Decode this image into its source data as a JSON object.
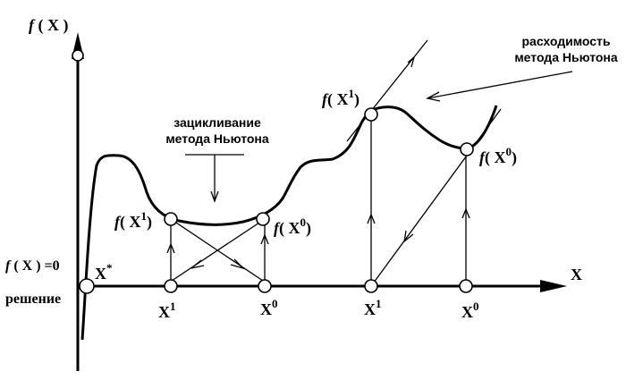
{
  "axes": {
    "y_label_f": "f",
    "y_label_arg": " ( X )",
    "x_label": "X"
  },
  "labels": {
    "root_eq_f": "f",
    "root_eq_rest": " ( X ) =0",
    "root_word": "решение",
    "root_var": "X",
    "root_sup": "*",
    "cyc_fx1_f": "f",
    "cyc_fx1_base": "( X",
    "cyc_fx1_sup": "1",
    "cyc_fx1_close": ")",
    "cyc_fx0_f": "f",
    "cyc_fx0_base": "( X",
    "cyc_fx0_sup": "0",
    "cyc_fx0_close": ")",
    "cyc_x1_base": "X",
    "cyc_x1_sup": "1",
    "cyc_x0_base": "X",
    "cyc_x0_sup": "0",
    "div_fx1_f": "f",
    "div_fx1_base": "( X",
    "div_fx1_sup": "1",
    "div_fx1_close": ")",
    "div_fx0_f": "f",
    "div_fx0_base": "( X",
    "div_fx0_sup": "0",
    "div_fx0_close": ")",
    "div_x1_base": "X",
    "div_x1_sup": "1",
    "div_x0_base": "X",
    "div_x0_sup": "0"
  },
  "captions": {
    "cycling_line1": "зацикливание",
    "cycling_line2": "метода  Ньютона",
    "divergence_line1": "расходимость",
    "divergence_line2": "метода  Ньютона"
  }
}
